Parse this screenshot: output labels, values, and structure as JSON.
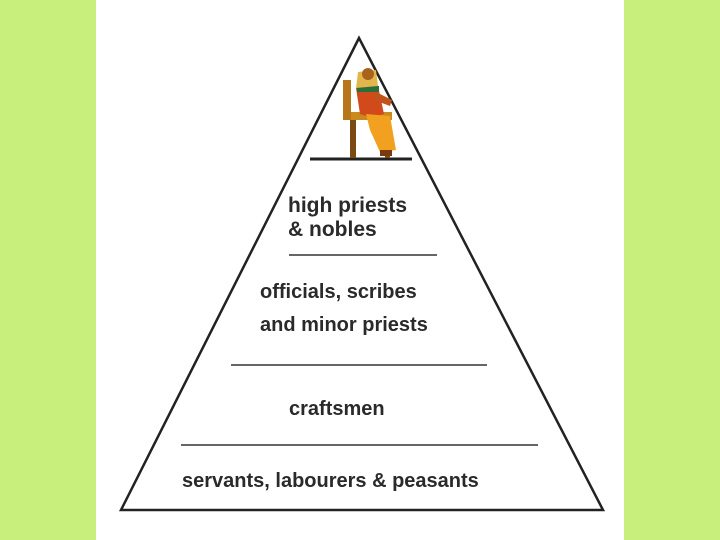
{
  "colors": {
    "background": "#c8ee7c",
    "panel": "#ffffff",
    "outline": "#222222",
    "text": "#2a2a2a"
  },
  "apex_icon": "pharaoh-on-throne-icon",
  "tiers": [
    {
      "lines": [
        "high priests",
        "& nobles"
      ]
    },
    {
      "lines": [
        "officials, scribes",
        "and minor priests"
      ]
    },
    {
      "lines": [
        "craftsmen"
      ]
    },
    {
      "lines": [
        "servants, labourers & peasants"
      ]
    }
  ]
}
